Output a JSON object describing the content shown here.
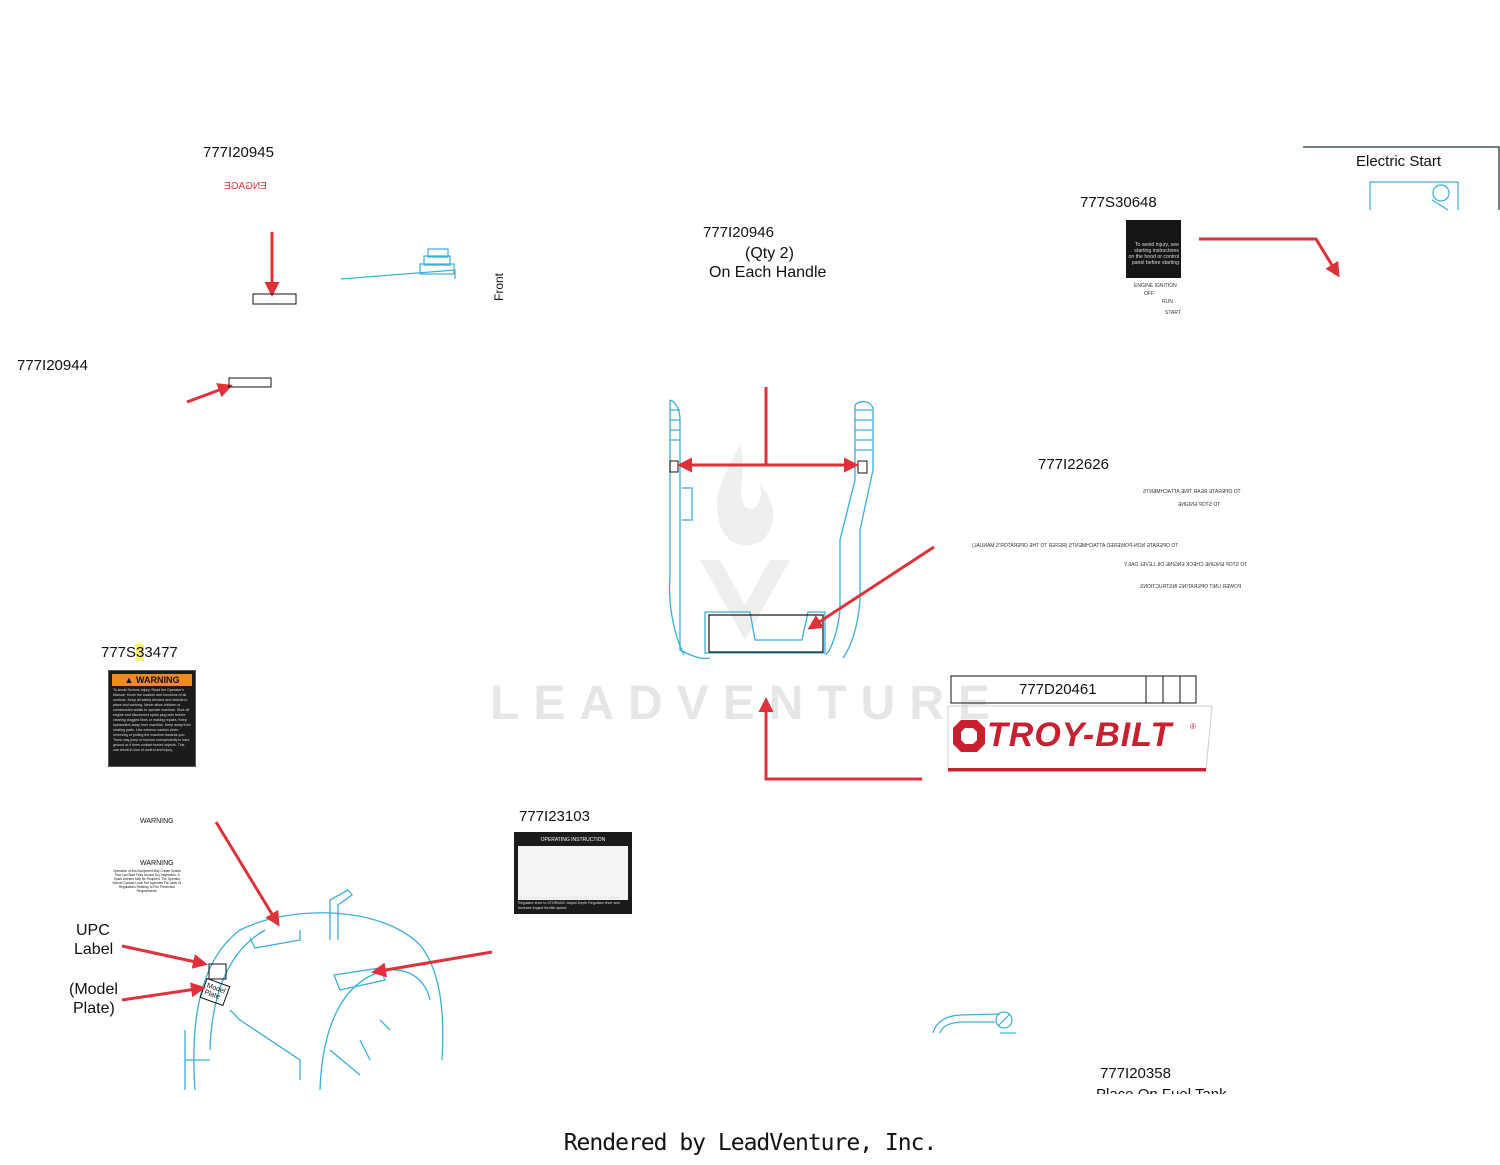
{
  "parts": {
    "p20945": "777I20945",
    "p20944": "777I20944",
    "p20946": "777I20946",
    "p20946_qty": "(Qty 2)",
    "p20946_note": "On Each Handle",
    "p30648": "777S30648",
    "p22626": "777I22626",
    "p33477_a": "777S",
    "p33477_b": "3",
    "p33477_c": "3477",
    "p23103": "777I23103",
    "p20461": "777D20461",
    "p20358": "777I20358",
    "p20358_note": "Place On Fuel Tank"
  },
  "labels": {
    "front": "Front",
    "electric_start": "Electric Start",
    "upc_label_1": "UPC",
    "upc_label_2": "Label",
    "model_plate_1": "(Model",
    "model_plate_2": "Plate)",
    "engage": "ENGAGE",
    "model_plate_tag": "Model Plate",
    "warning_small_1": "WARNING",
    "warning_small_2": "WARNING"
  },
  "decals": {
    "ignition_text": "To avoid injury, see starting instructions on the hood or control panel before starting",
    "ign_engine": "ENGINE IGNITION",
    "ign_off": "OFF",
    "ign_run": "RUN",
    "ign_start": "START",
    "warning_header": "WARNING",
    "warning_body": "To Avoid Serious Injury: Read the Operator's Manual. Know the location and functions of all controls. Keep all safety devices and shields in place and working. Never allow children or uninstructed adults to operate machine. Shut off engine and disconnect spark plug wire before clearing clogged tines or making repairs. Keep bystanders away from machine. Keep away from rotating parts. Use extreme caution when reversing or pulling the machine towards you. Tines may jump or bounce unexpectedly in hard ground or if tines contact buried objects. This can result in loss of control and injury.",
    "op_title": "OPERATING INSTRUCTION",
    "op_footer": "(To tow wheels are engaged in TRANSPORT or TILL) Put Depth Regulator lever to STORAGE. Adjust Depth Regulator lever and increase engine throttle speed.",
    "handle_ops_1": "TO OPERATE REAR TINE ATTACHMENTS",
    "handle_ops_2": "TO STOP ENGINE",
    "handle_ops_3": "TO OPERATE NON-POWERED ATTACHMENTS (REFER TO THE OPERATOR'S MANUAL)",
    "handle_ops_4": "TO STOP ENGINE CHECK ENGINE OIL LEVEL DAILY",
    "handle_ops_5": "POWER UNIT OPERATING INSTRUCTIONS",
    "warn_small_text": "Operation of this Equipment May Create Sparks That Can Start Fires Around Dry Vegetation. A Spark Arrester May Be Required. The Operator Should Contact Local Fire Agencies For Laws Or Regulations Relating To Fire Prevention Requirements."
  },
  "logo": {
    "brand": "TROY-BILT",
    "reg": "®"
  },
  "watermark": "LEADVENTURE",
  "footer": "Rendered by LeadVenture, Inc.",
  "colors": {
    "arrow": "#e0313a",
    "outline": "#3aaed8",
    "brand_red": "#c8202e",
    "warning_orange": "#f08a1c"
  }
}
